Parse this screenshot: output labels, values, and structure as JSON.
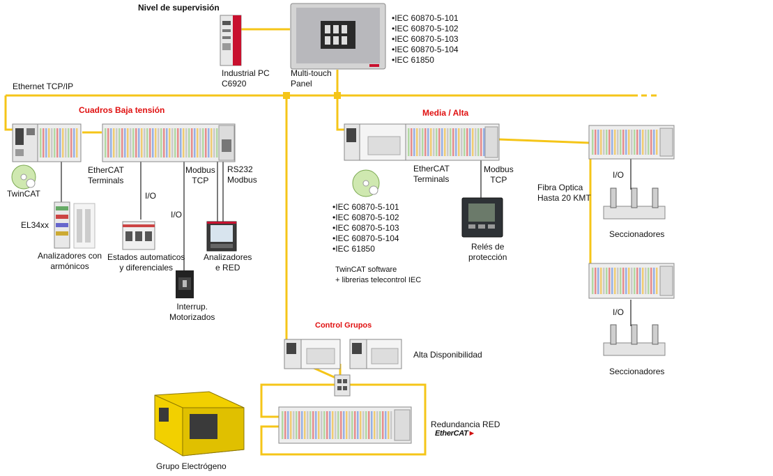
{
  "labels": {
    "supervision_level": "Nivel de supervisión",
    "industrial_pc": "Industrial PC\nC6920",
    "multitouch_panel": "Multi-touch\nPanel",
    "ethernet": "Ethernet TCP/IP",
    "low_voltage_panels": "Cuadros Baja tensión",
    "medium_high": "Media  /  Alta",
    "twincat": "TwinCAT",
    "ethercat_terminals_left": "EtherCAT\nTerminals",
    "ethercat_terminals_mid": "EtherCAT\nTerminals",
    "modbus_tcp_left": "Modbus\nTCP",
    "rs232_modbus": "RS232\nModbus",
    "modbus_tcp_mid": "Modbus\nTCP",
    "io_1": "I/O",
    "io_2": "I/O",
    "io_3": "I/O",
    "io_4": "I/O",
    "el34xx": "EL34xx",
    "harmonic_analyzers": "Analizadores con\narmónicos",
    "auto_diff_states": "Estados automaticos\ny diferenciales",
    "network_analyzers": "Analizadores\ne RED",
    "motorized_breakers": "Interrup.\nMotorizados",
    "protection_relays": "Relés de\nprotección",
    "twincat_software": "TwinCAT  software\n+ librerias telecontrol IEC",
    "fiber_optic": "Fibra Optica\nHasta 20 KMT",
    "disconnectors_1": "Seccionadores",
    "disconnectors_2": "Seccionadores",
    "group_control": "Control Grupos",
    "high_availability": "Alta  Disponibilidad",
    "red_redundancy": "Redundancia RED",
    "ethercat_logo": "EtherCAT",
    "generator_set": "Grupo Electrógeno"
  },
  "iec_top": [
    "•IEC 60870-5-101",
    "•IEC 60870-5-102",
    "•IEC 60870-5-103",
    "•IEC 60870-5-104",
    "•IEC 61850"
  ],
  "iec_mid": [
    "•IEC 60870-5-101",
    "•IEC 60870-5-102",
    "•IEC 60870-5-103",
    "•IEC 60870-5-104",
    "•IEC 61850"
  ],
  "colors": {
    "bus": "#f5c518",
    "heading_red": "#e01010",
    "module_red": "#c8102e",
    "device_grey": "#d8d8d8",
    "generator_yellow": "#f2d000"
  }
}
